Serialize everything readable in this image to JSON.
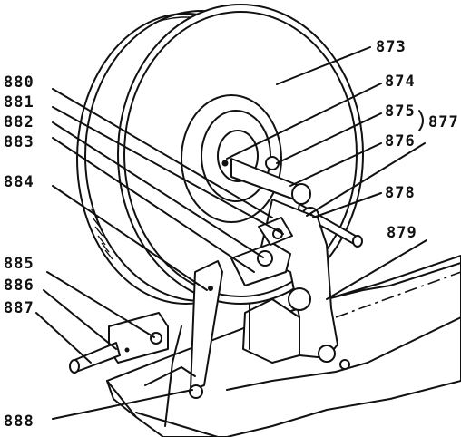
{
  "labels": {
    "l873": "873",
    "l874": "874",
    "l875": "875",
    "l876": "876",
    "l877": "877",
    "l878": "878",
    "l879": "879",
    "l880": "880",
    "l881": "881",
    "l882": "882",
    "l883": "883",
    "l884": "884",
    "l885": "885",
    "l886": "886",
    "l887": "887",
    "l888": "888"
  },
  "colors": {
    "ink": "#111111",
    "paper": "#ffffff"
  }
}
